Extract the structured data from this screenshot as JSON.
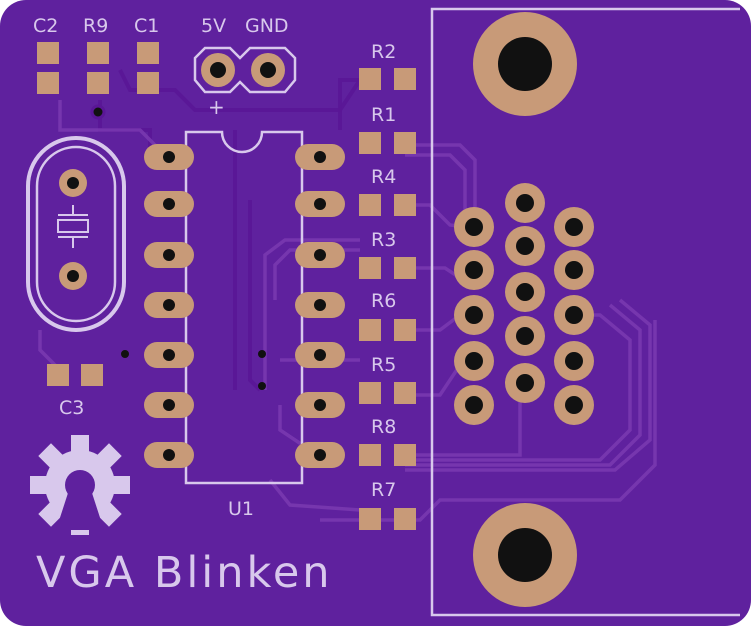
{
  "board": {
    "title": "VGA Blinken",
    "colors": {
      "soldermask": "#5f219e",
      "trace": "#5a1696",
      "silkscreen": "#d8c8ec",
      "copper_pad": "#c89a78",
      "drill": "#111111"
    }
  },
  "components": {
    "c2": "C2",
    "r9": "R9",
    "c1": "C1",
    "c3": "C3",
    "u1": "U1",
    "power_5v": "5V",
    "power_gnd": "GND",
    "plus": "+",
    "resistors": [
      {
        "id": "r2",
        "label": "R2"
      },
      {
        "id": "r1",
        "label": "R1"
      },
      {
        "id": "r4",
        "label": "R4"
      },
      {
        "id": "r3",
        "label": "R3"
      },
      {
        "id": "r6",
        "label": "R6"
      },
      {
        "id": "r5",
        "label": "R5"
      },
      {
        "id": "r8",
        "label": "R8"
      },
      {
        "id": "r7",
        "label": "R7"
      }
    ]
  },
  "icons": {
    "logo": "open-hardware-gear-icon",
    "crystal": "crystal-oscillator-icon",
    "vga": "db15-connector-icon"
  }
}
